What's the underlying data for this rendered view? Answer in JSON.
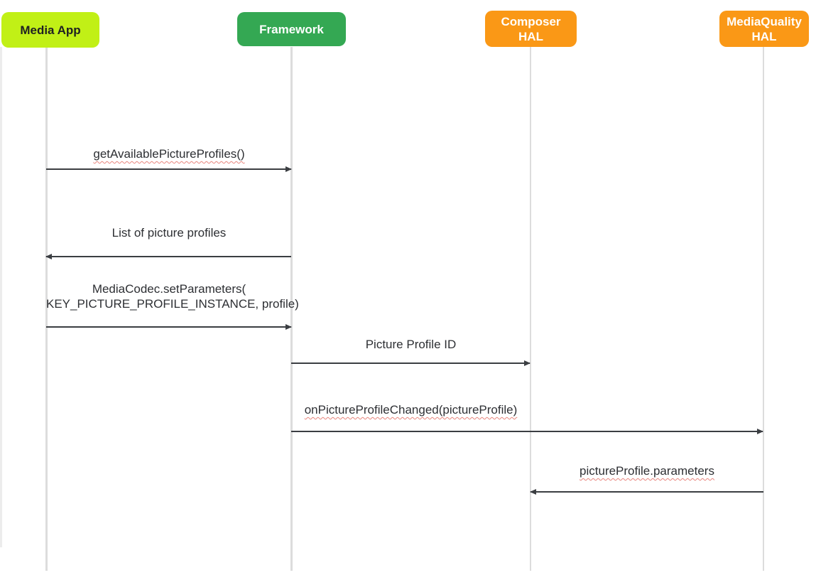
{
  "diagram": {
    "type": "sequence-diagram",
    "colors": {
      "media_app_box": "#c1f016",
      "framework_box": "#34a853",
      "hal_box": "#fa9816",
      "lifeline": "#dcdcdc",
      "arrow": "#3b3e42",
      "spellcheck_squiggle": "#db4437"
    },
    "actors": [
      {
        "label": "Media App",
        "color": "#c1f016",
        "text_color": "#1f2023"
      },
      {
        "label": "Framework",
        "color": "#34a853",
        "text_color": "#ffffff"
      },
      {
        "label": "Composer\nHAL",
        "color": "#fa9816",
        "text_color": "#ffffff"
      },
      {
        "label": "MediaQuality\nHAL",
        "color": "#fa9816",
        "text_color": "#ffffff"
      }
    ],
    "messages": [
      {
        "label": "getAvailablePictureProfiles()",
        "from": "Media App",
        "to": "Framework",
        "direction": "right",
        "spellcheck_underline": true
      },
      {
        "label": "List of picture profiles",
        "from": "Framework",
        "to": "Media App",
        "direction": "left",
        "spellcheck_underline": false
      },
      {
        "label_line1": "MediaCodec.setParameters(",
        "label_line2": "KEY_PICTURE_PROFILE_INSTANCE, profile)",
        "from": "Media App",
        "to": "Framework",
        "direction": "right",
        "spellcheck_underline": false
      },
      {
        "label": "Picture Profile ID",
        "from": "Framework",
        "to": "Composer HAL",
        "direction": "right",
        "spellcheck_underline": false
      },
      {
        "label": "onPictureProfileChanged(pictureProfile)",
        "from": "Framework",
        "to": "MediaQuality HAL",
        "direction": "right",
        "spellcheck_underline": true
      },
      {
        "label": "pictureProfile.parameters",
        "from": "MediaQuality HAL",
        "to": "Composer HAL",
        "direction": "left",
        "spellcheck_underline": true
      }
    ]
  }
}
